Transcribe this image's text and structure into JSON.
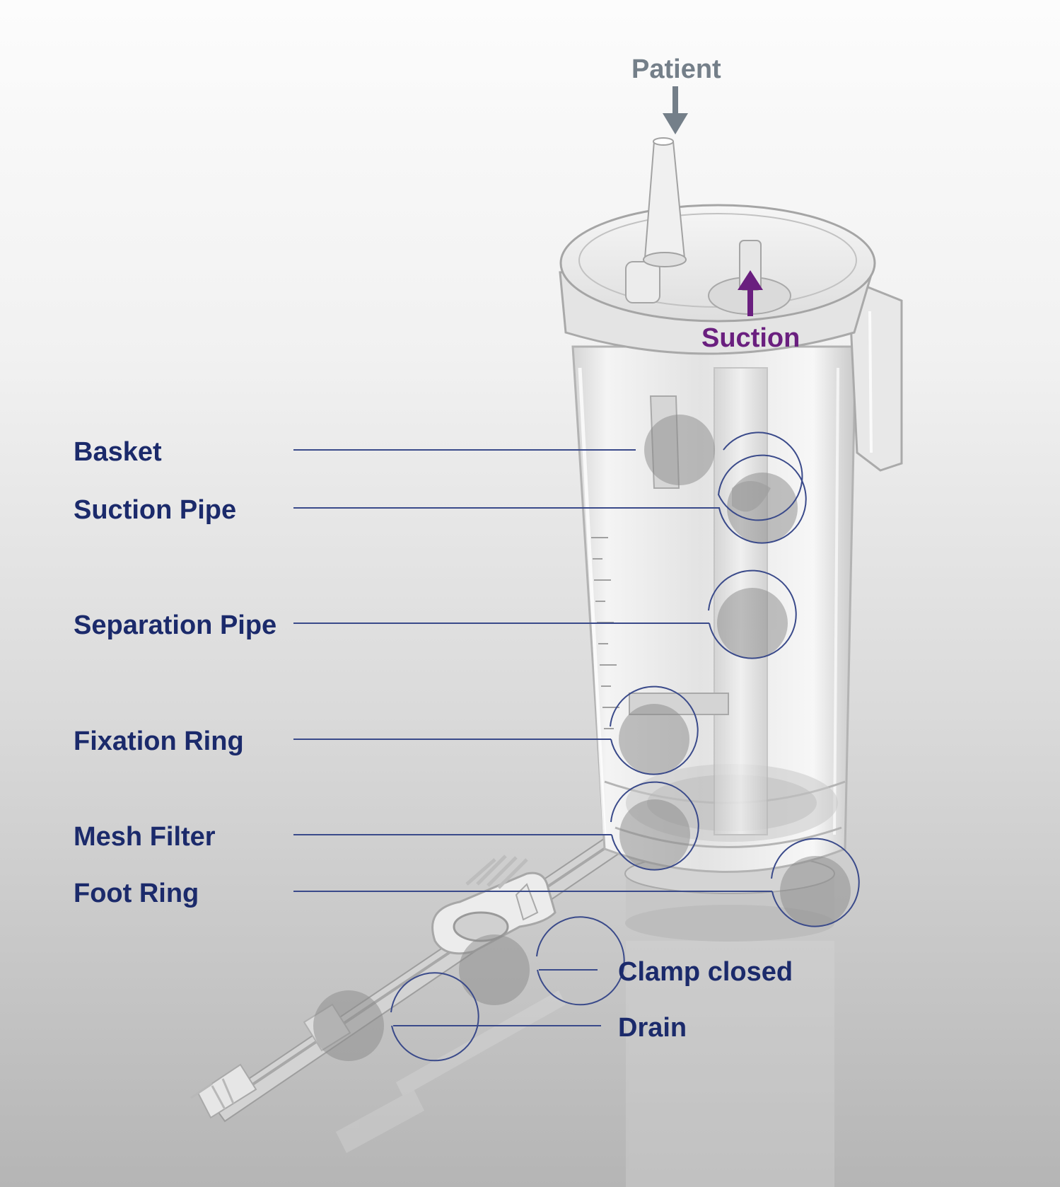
{
  "labels": {
    "patient": "Patient",
    "suction": "Suction",
    "parts": {
      "basket": "Basket",
      "suction_pipe": "Suction Pipe",
      "separation_pipe": "Separation Pipe",
      "fixation_ring": "Fixation Ring",
      "mesh_filter": "Mesh Filter",
      "foot_ring": "Foot Ring",
      "clamp_closed": "Clamp closed",
      "drain": "Drain"
    }
  },
  "colors": {
    "label_primary": "#1b2a6b",
    "label_patient": "#747f89",
    "label_suction": "#6a1f7f",
    "leader_line": "#3a4a8a",
    "callout_ring": "#3a4a8a"
  }
}
